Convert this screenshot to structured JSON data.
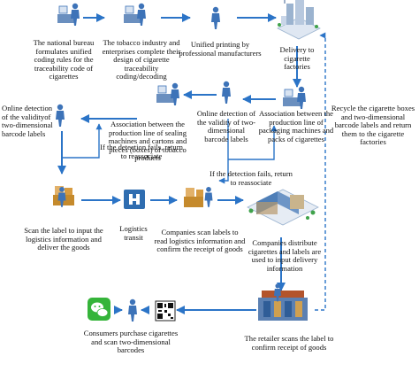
{
  "colors": {
    "arrow": "#2b74c7",
    "person": "#3d73b8",
    "desk": "#6a8fbf",
    "building": "#9bb3cf",
    "warehouse_roof": "#4f7fb8",
    "wechat": "#35b43a",
    "pallet": "#c58a2c",
    "transit": "#2f6db0"
  },
  "labels": {
    "national_bureau": "The national bureau formulates unified coding rules for the traceability code of cigarettes",
    "tobacco_industry": "The tobacco industry and enterprises complete their design of cigarette traceability coding/decoding",
    "unified_printing": "Unified printing by professional manufacturers",
    "delivery": "Delivery to cigarette factories",
    "recycle": "Recycle the cigarette boxes and two-dimensional barcode labels and return them to the cigarette factories",
    "online_detection_left": "Online detection of the validityof two-dimensional barcode labels",
    "assoc_sealing": "Association between the production line of sealing machines and cartons and pieces (boxes) of tobacco products",
    "online_detection_mid": "Online detection of the validity of two-dimensional barcode labels",
    "assoc_packaging": "Association between the production line of packaging machines and packs of cigarettes",
    "fail_left": "If the detection fails, return to reassociate",
    "fail_right": "If the detection fails, return to reassociate",
    "scan_label": "Scan the label to input the logistics information and deliver the goods",
    "logistics": "Logistics transit",
    "companies_scan": "Companies scan labels to read logistics information and confirm the receipt of goods",
    "companies_distribute": "Companies distribute cigarettes and labels are used to input delivery information",
    "consumers": "Consumers purchase cigarettes and scan two-dimensional barcodes",
    "retailer": "The retailer scans the label to confirm receipt of goods"
  }
}
